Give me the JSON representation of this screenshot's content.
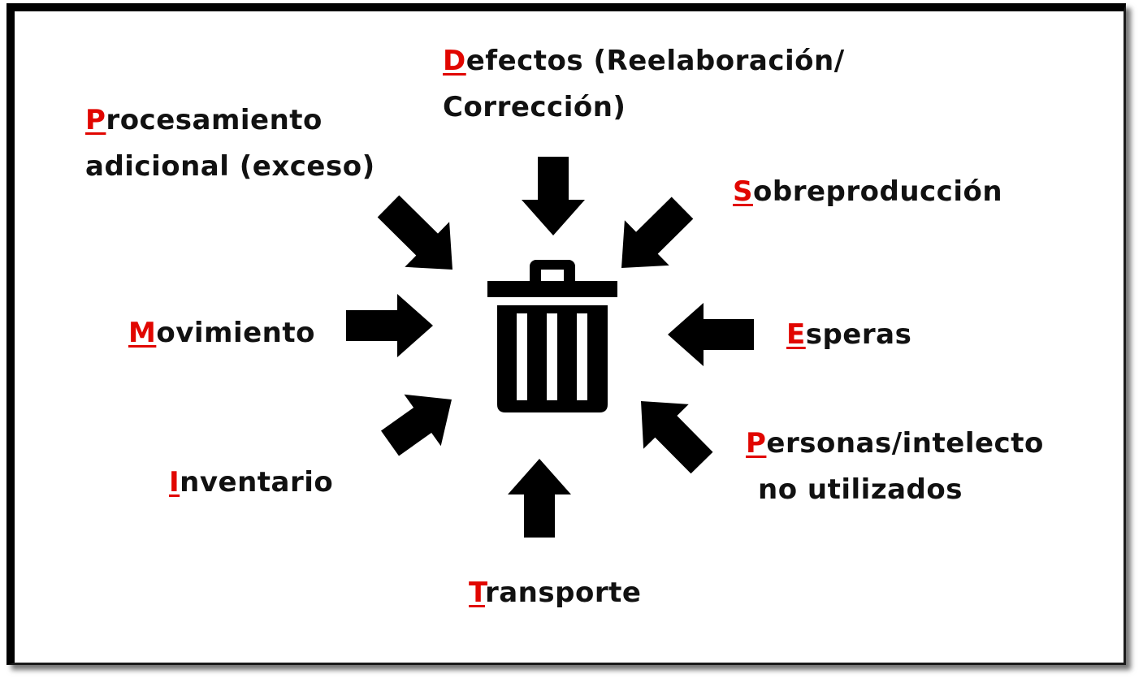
{
  "accent_color": "#e10600",
  "center": {
    "icon": "trash-can-icon"
  },
  "wastes": [
    {
      "key": "defectos",
      "initial": "D",
      "lines": [
        "efectos (Reelaboración/",
        "Corrección)"
      ]
    },
    {
      "key": "procesamiento",
      "initial": "P",
      "lines": [
        "rocesamiento",
        "adicional (exceso)"
      ]
    },
    {
      "key": "sobreproduccion",
      "initial": "S",
      "lines": [
        "obreproducción"
      ]
    },
    {
      "key": "movimiento",
      "initial": "M",
      "lines": [
        "ovimiento"
      ]
    },
    {
      "key": "esperas",
      "initial": "E",
      "lines": [
        "speras"
      ]
    },
    {
      "key": "inventario",
      "initial": "I",
      "lines": [
        "nventario"
      ]
    },
    {
      "key": "personas",
      "initial": "P",
      "lines": [
        "ersonas/intelecto",
        "no utilizados"
      ]
    },
    {
      "key": "transporte",
      "initial": "T",
      "lines": [
        "ransporte"
      ]
    }
  ]
}
